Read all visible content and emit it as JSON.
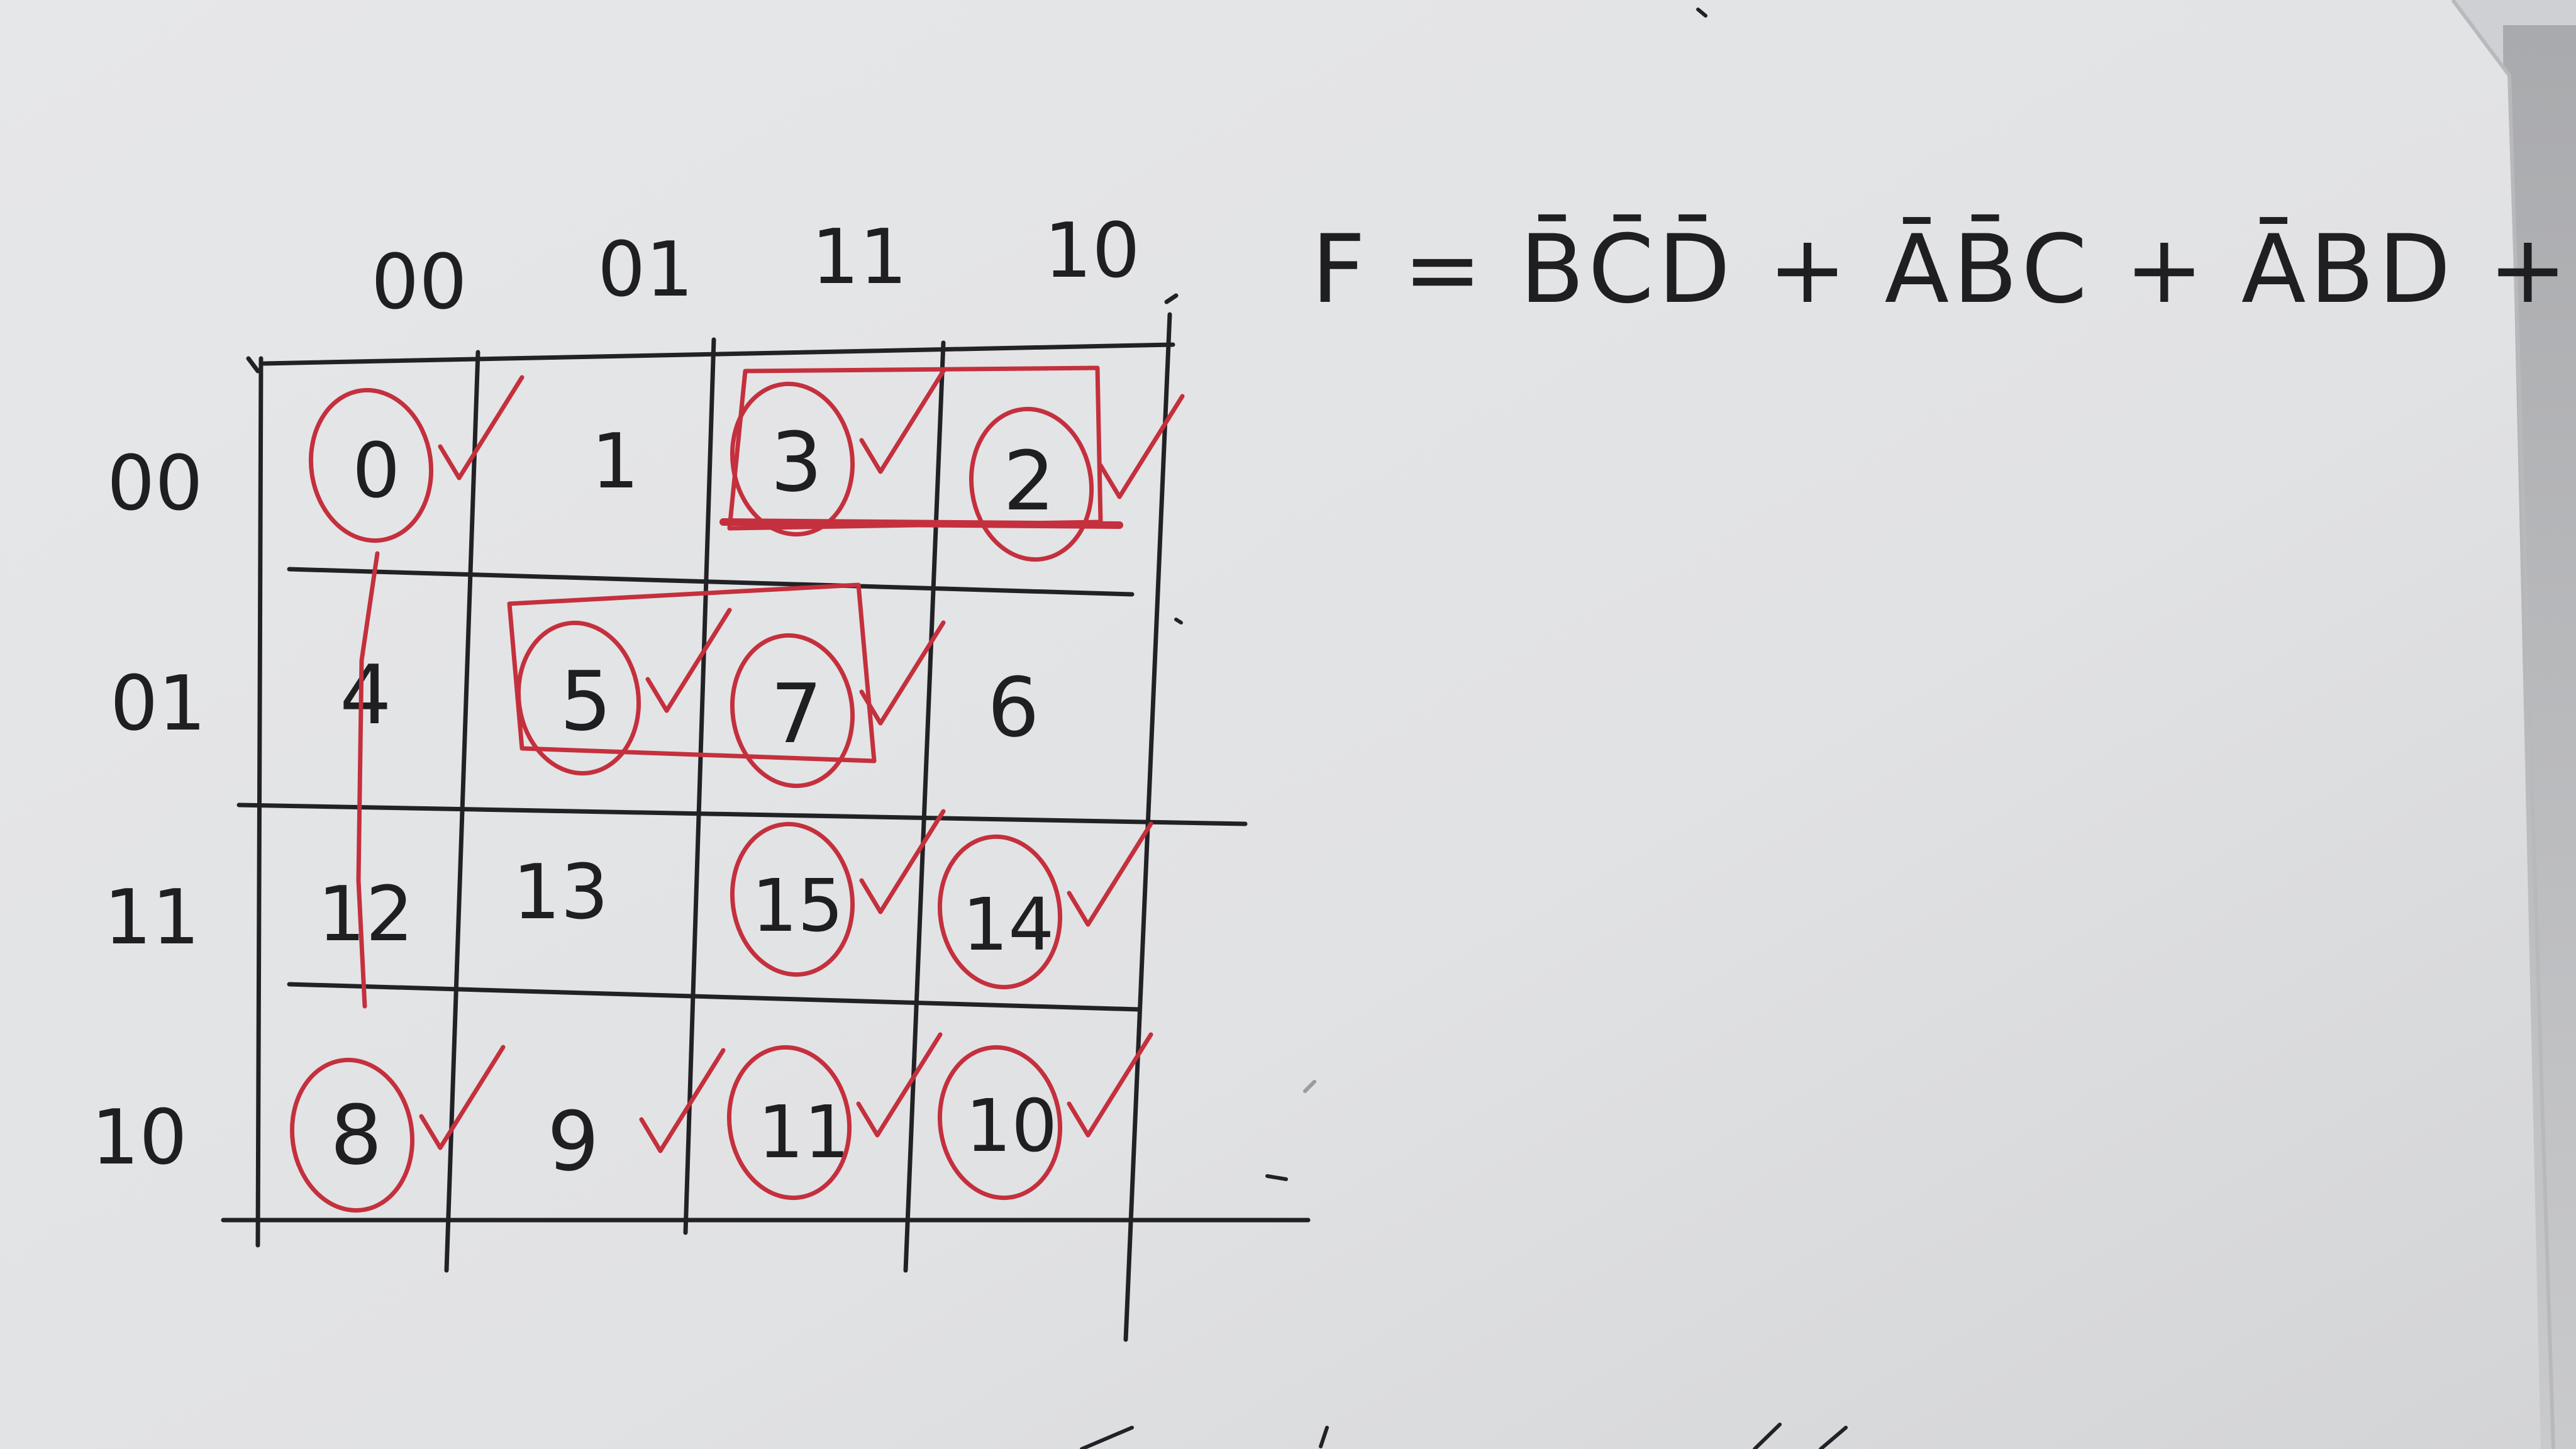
{
  "photo_subject": "Handwritten Karnaugh map on paper",
  "kmap": {
    "column_headers": [
      "00",
      "01",
      "11",
      "10"
    ],
    "row_headers": [
      "00",
      "01",
      "11",
      "10"
    ],
    "cells": [
      [
        "0",
        "1",
        "3",
        "2"
      ],
      [
        "4",
        "5",
        "7",
        "6"
      ],
      [
        "12",
        "13",
        "15",
        "14"
      ],
      [
        "8",
        "9",
        "11",
        "10"
      ]
    ],
    "circled": [
      [
        true,
        false,
        true,
        true
      ],
      [
        false,
        true,
        true,
        false
      ],
      [
        false,
        false,
        true,
        true
      ],
      [
        true,
        false,
        true,
        true
      ]
    ],
    "checked": [
      [
        true,
        false,
        true,
        true
      ],
      [
        false,
        true,
        true,
        false
      ],
      [
        false,
        false,
        true,
        true
      ],
      [
        true,
        true,
        true,
        true
      ]
    ]
  },
  "equation": "F = B̄C̄D̄ + ĀB̄C + ĀBD + AC",
  "colors": {
    "paper": "#e4e5e7",
    "ink": "#222226",
    "red_pen": "#c4303d"
  }
}
